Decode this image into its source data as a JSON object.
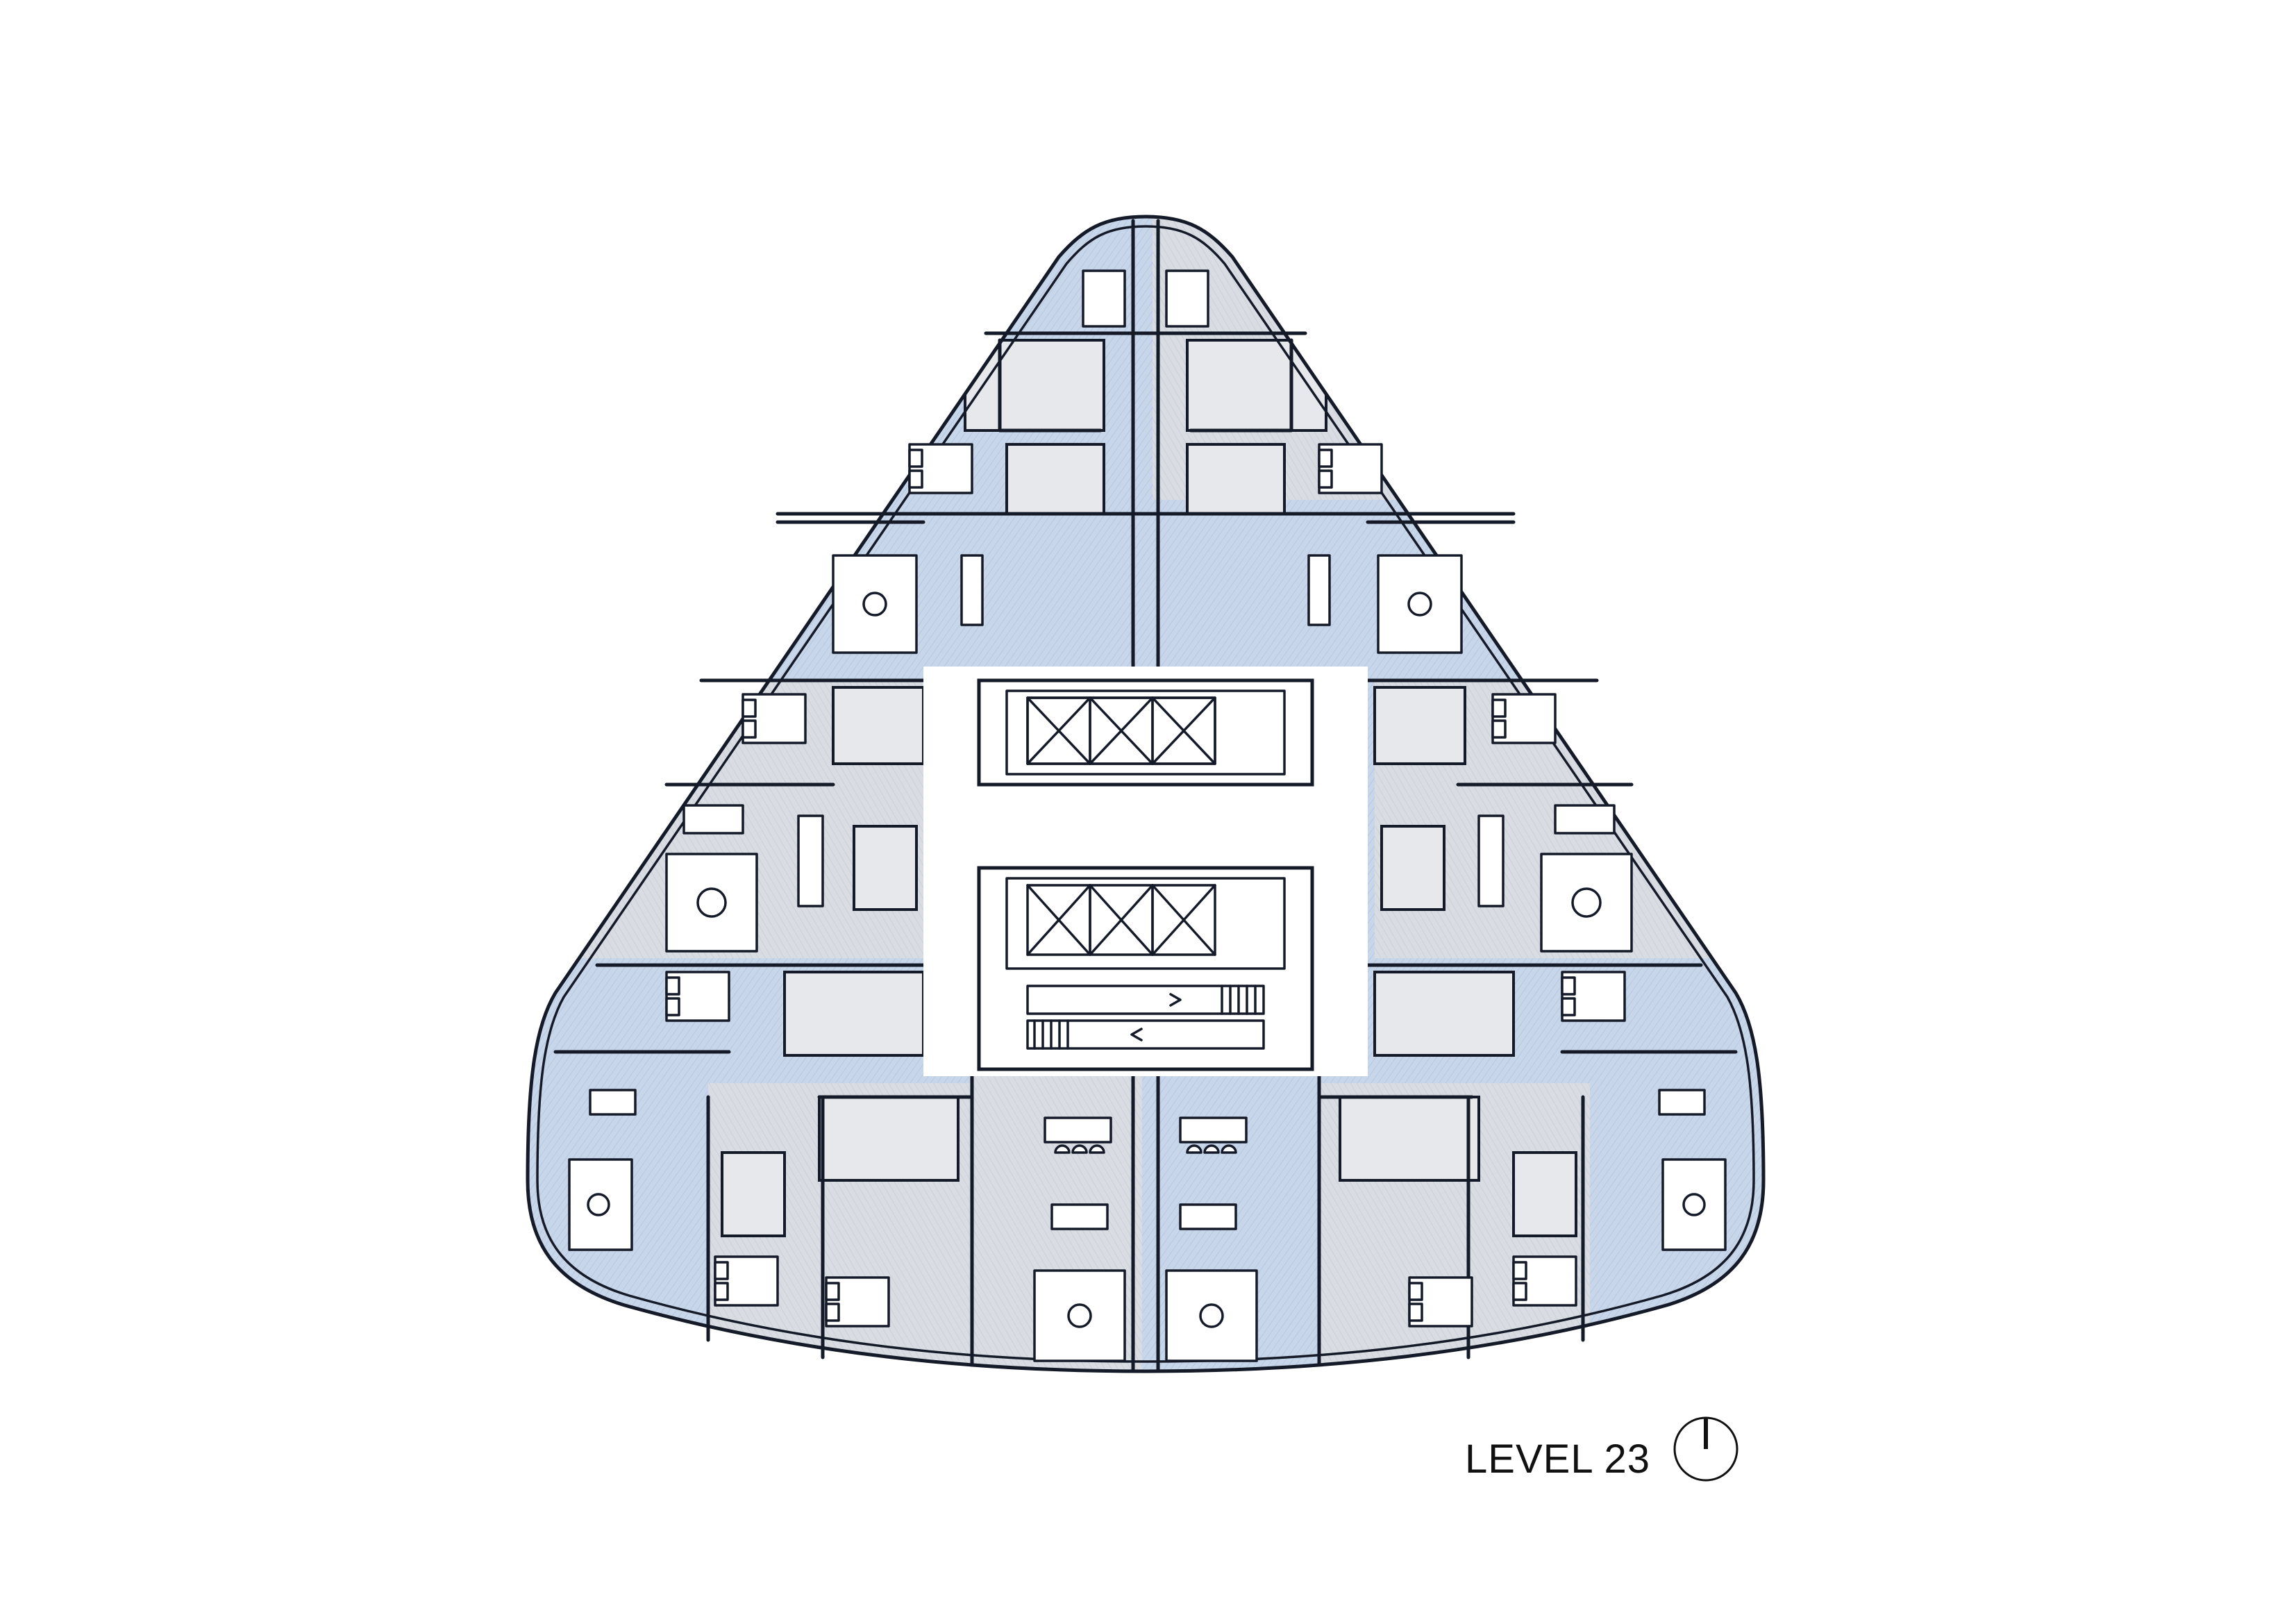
{
  "drawing": {
    "title": "LEVEL 23",
    "type": "residential tower floor plan",
    "north_arrow": "north-arrow-icon",
    "colors": {
      "background": "#ffffff",
      "linework": "#141a28",
      "unit_fill_blue": "#c8d6ea",
      "unit_fill_gray": "#d9dde3",
      "wet_area_fill": "#e6e8eb",
      "core_fill": "#ffffff"
    }
  },
  "core": {
    "lift_banks": [
      {
        "name": "upper-lift-bank",
        "lifts": 3
      },
      {
        "name": "lower-lift-bank",
        "lifts": 3
      }
    ],
    "stairs": 1,
    "lobby": "central lift lobby"
  },
  "apartments": [
    {
      "id": "apex-left",
      "fill": "blue"
    },
    {
      "id": "apex-right",
      "fill": "gray"
    },
    {
      "id": "upper-left-1",
      "fill": "blue"
    },
    {
      "id": "upper-right-1",
      "fill": "blue"
    },
    {
      "id": "upper-left-2",
      "fill": "blue"
    },
    {
      "id": "upper-right-2",
      "fill": "blue"
    },
    {
      "id": "mid-left-1",
      "fill": "gray"
    },
    {
      "id": "mid-right-1",
      "fill": "gray"
    },
    {
      "id": "mid-left-2",
      "fill": "blue"
    },
    {
      "id": "mid-right-2",
      "fill": "blue"
    },
    {
      "id": "lower-left-corner",
      "fill": "blue"
    },
    {
      "id": "lower-right-corner",
      "fill": "blue"
    },
    {
      "id": "bottom-left-inner",
      "fill": "gray"
    },
    {
      "id": "bottom-right-inner",
      "fill": "gray"
    },
    {
      "id": "bottom-center-left",
      "fill": "gray"
    },
    {
      "id": "bottom-center-right",
      "fill": "blue"
    }
  ]
}
